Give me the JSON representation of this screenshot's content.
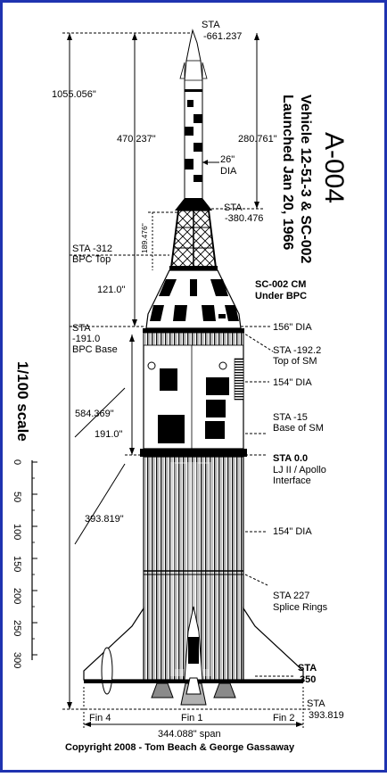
{
  "title": {
    "name": "A-004",
    "vehicle": "Vehicle 12-51-3 & SC-002",
    "launched": "Launched Jan 20, 1966"
  },
  "stations": {
    "top_label": "STA",
    "top_value": "-661.237",
    "escape_base_label": "STA",
    "escape_base_value": "-380.476",
    "bpc_top_1": "STA -312",
    "bpc_top_2": "BPC Top",
    "bpc_base_1": "STA",
    "bpc_base_2": "-191.0",
    "bpc_base_3": "BPC Base",
    "sm_top_1": "STA  -192.2",
    "sm_top_2": "Top of SM",
    "sm_base_1": "STA  -15",
    "sm_base_2": "Base of SM",
    "sta0_1": "STA  0.0",
    "sta0_2": "LJ II / Apollo",
    "sta0_3": "Interface",
    "splice_1": "STA  227",
    "splice_2": "Splice Rings",
    "sta350_1": "STA",
    "sta350_2": "350",
    "sta_end_1": "STA",
    "sta_end_2": "393.819"
  },
  "dimensions": {
    "overall_length": "1055.056\"",
    "les_length": "470.237\"",
    "tower_length": "280.761\"",
    "escape_dia_1": "26\"",
    "escape_dia_2": "DIA",
    "skirt_height": "189.476\"",
    "bpc_height": "121.0\"",
    "sm_dia": "156\" DIA",
    "sm_body_dia": "154\" DIA",
    "sm_height": "191.0\"",
    "booster_dia": "154\" DIA",
    "upper_length": "584.369\"",
    "booster_length": "393.819\"",
    "span": "344.088\" span"
  },
  "notes": {
    "cm_note_1": "SC-002 CM",
    "cm_note_2": "Under BPC"
  },
  "scale": {
    "label": "1/100 scale",
    "ticks": [
      "0",
      "50",
      "100",
      "150",
      "200",
      "250",
      "300"
    ]
  },
  "fins": [
    "Fin 4",
    "Fin 1",
    "Fin 2"
  ],
  "copyright": "Copyright 2008  -  Tom Beach & George Gassaway",
  "colors": {
    "frame": "#1f33b0",
    "ink": "#000000",
    "paper": "#ffffff",
    "panel": "#8a8a8a"
  }
}
